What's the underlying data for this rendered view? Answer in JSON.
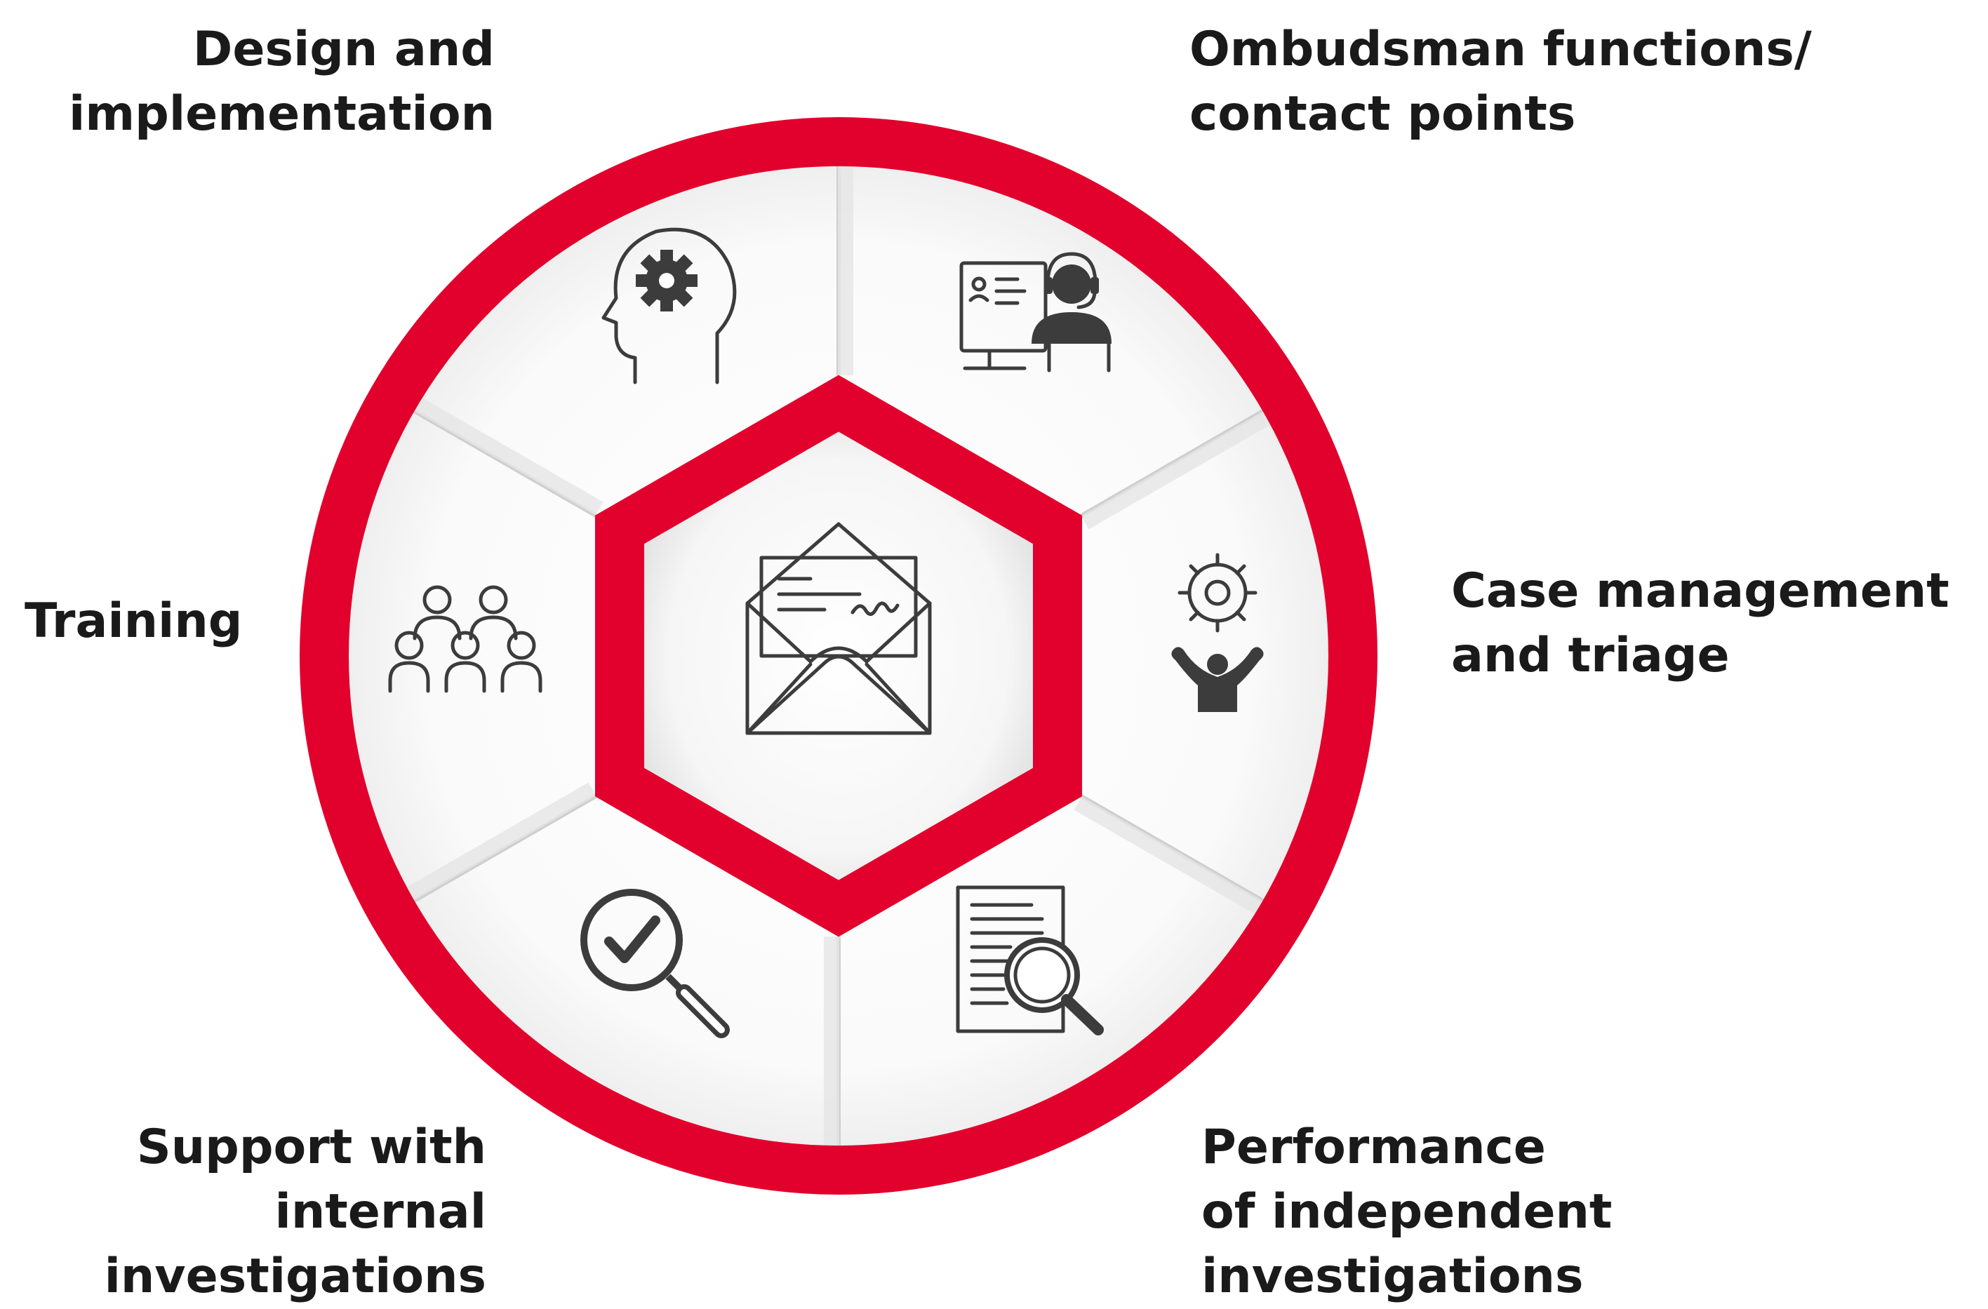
{
  "colors": {
    "ring": "#e2002d",
    "icon": "#3c3c3c",
    "text": "#1a1a1a"
  },
  "segments": [
    {
      "id": "design",
      "icon": "head-gear-icon",
      "label_lines": [
        "Design and",
        "implementation"
      ]
    },
    {
      "id": "ombudsman",
      "icon": "helpdesk-monitor-icon",
      "label_lines": [
        "Ombudsman functions/",
        "contact points"
      ]
    },
    {
      "id": "case",
      "icon": "gear-person-icon",
      "label_lines": [
        "Case management",
        "and triage"
      ]
    },
    {
      "id": "performance",
      "icon": "document-magnifier-icon",
      "label_lines": [
        "Performance",
        "of independent",
        "investigations"
      ]
    },
    {
      "id": "support",
      "icon": "magnifier-check-icon",
      "label_lines": [
        "Support with",
        "internal",
        "investigations"
      ]
    },
    {
      "id": "training",
      "icon": "group-people-icon",
      "label_lines": [
        "Training"
      ]
    }
  ],
  "center": {
    "icon": "open-envelope-letter-icon"
  }
}
